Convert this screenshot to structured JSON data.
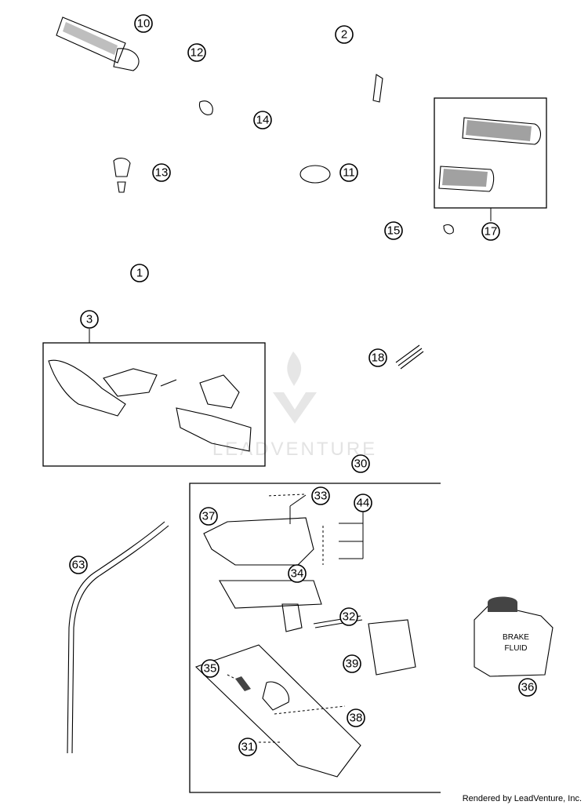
{
  "callouts": [
    "10",
    "2",
    "12",
    "14",
    "13",
    "11",
    "17",
    "15",
    "1",
    "3",
    "18",
    "30",
    "33",
    "44",
    "37",
    "34",
    "63",
    "32",
    "39",
    "35",
    "38",
    "31",
    "36"
  ],
  "container_labels": {
    "brake_fluid_line1": "BRAKE",
    "brake_fluid_line2": "FLUID"
  },
  "watermark": "LEADVENTURE",
  "footer": "Rendered by LeadVenture, Inc."
}
